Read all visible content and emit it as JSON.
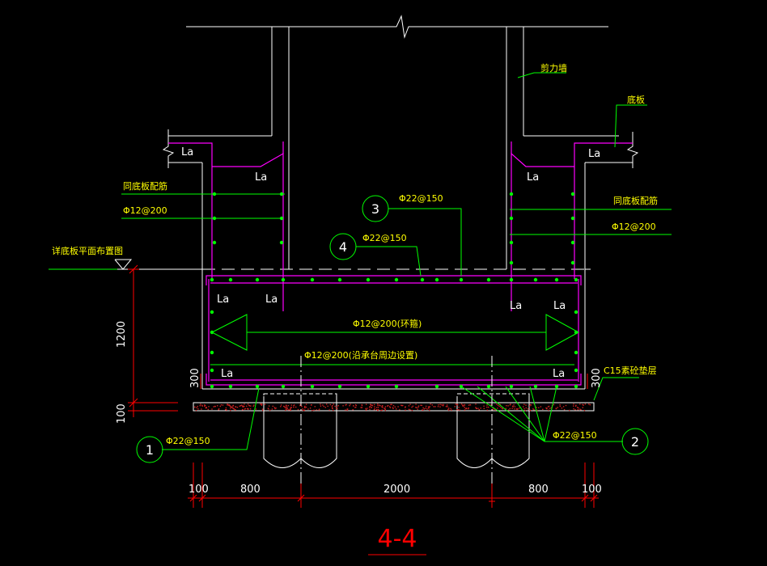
{
  "colors": {
    "background": "#000000",
    "structure": "#ffffff",
    "rebar": "#ff00ff",
    "leader": "#00ff00",
    "dimension": "#ff0000",
    "label": "#ffff00",
    "section_title": "#ff0000"
  },
  "labels": {
    "shear_wall": "剪力墙",
    "base_slab": "底板",
    "same_as_slab_left": "同底板配筋",
    "same_as_slab_right": "同底板配筋",
    "rebar_left": "Φ12@200",
    "rebar_right": "Φ12@200",
    "plan_ref": "详底板平面布置图",
    "bar3": "Φ22@150",
    "bar4": "Φ22@150",
    "ring_bar": "Φ12@200(环箍)",
    "side_bar": "Φ12@200(沿承台周边设置)",
    "bar1": "Φ22@150",
    "bar2": "Φ22@150",
    "cushion": "C15素砼垫层"
  },
  "anchor_label": "La",
  "callouts": {
    "c1": "1",
    "c2": "2",
    "c3": "3",
    "c4": "4"
  },
  "dimensions": {
    "h1200": "1200",
    "h100": "100",
    "h300_left": "300",
    "h300_right": "300",
    "w100_left": "100",
    "w800_left": "800",
    "w2000": "2000",
    "w800_right": "800",
    "w100_right": "100"
  },
  "section_title": "4-4"
}
